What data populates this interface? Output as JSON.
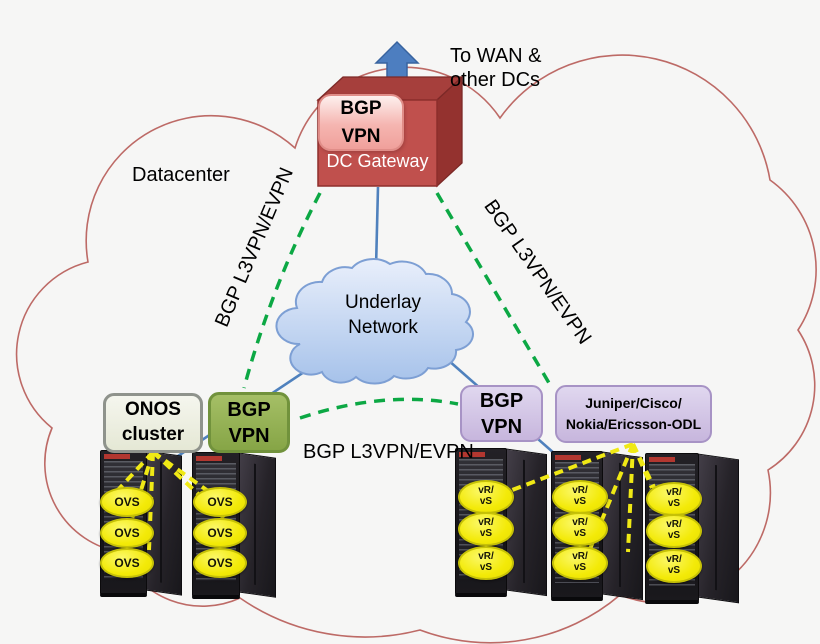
{
  "labels": {
    "to_wan": "To WAN &\nother DCs",
    "datacenter": "Datacenter",
    "bgp_l3vpn_left": "BGP L3VPN/EVPN",
    "bgp_l3vpn_right": "BGP L3VPN/EVPN",
    "bgp_l3vpn_bottom": "BGP L3VPN/EVPN"
  },
  "nodes": {
    "dc_gateway": {
      "badge": "BGP\nVPN",
      "label": "DC Gateway"
    },
    "underlay_network": {
      "label": "Underlay\nNetwork"
    },
    "onos_cluster": {
      "label": "ONOS\ncluster"
    },
    "bgp_vpn_left": {
      "label": "BGP\nVPN"
    },
    "bgp_vpn_right": {
      "label": "BGP\nVPN"
    },
    "vendor_controller": {
      "label": "Juniper/Cisco/\nNokia/Ericsson-ODL"
    }
  },
  "racks": {
    "left": [
      {
        "vms": [
          "OVS",
          "OVS",
          "OVS"
        ]
      },
      {
        "vms": [
          "OVS",
          "OVS",
          "OVS"
        ]
      }
    ],
    "right": [
      {
        "vms": [
          "vR/\nvS",
          "vR/\nvS",
          "vR/\nvS"
        ]
      },
      {
        "vms": [
          "vR/\nvS",
          "vR/\nvS",
          "vR/\nvS"
        ]
      },
      {
        "vms": [
          "vR/\nvS",
          "vR/\nvS",
          "vR/\nvS"
        ]
      }
    ]
  },
  "colors": {
    "cloud_outline": "#bd6a66",
    "gateway_red": "#c0504d",
    "gateway_badge_pink": "#f0a09b",
    "arrow_blue": "#4d7ec0",
    "line_blue": "#4f81bd",
    "dashed_green": "#0ca844",
    "dashed_yellow": "#f0e915",
    "underlay_fill_top": "#e9effb",
    "underlay_fill_bottom": "#a6c2ea",
    "underlay_stroke": "#7d9fd4",
    "onos_fill": "#eef0e1",
    "bgp_green_fill": "#93b156",
    "purple_fill": "#cfc2e2",
    "vm_yellow": "#f3ea08"
  }
}
